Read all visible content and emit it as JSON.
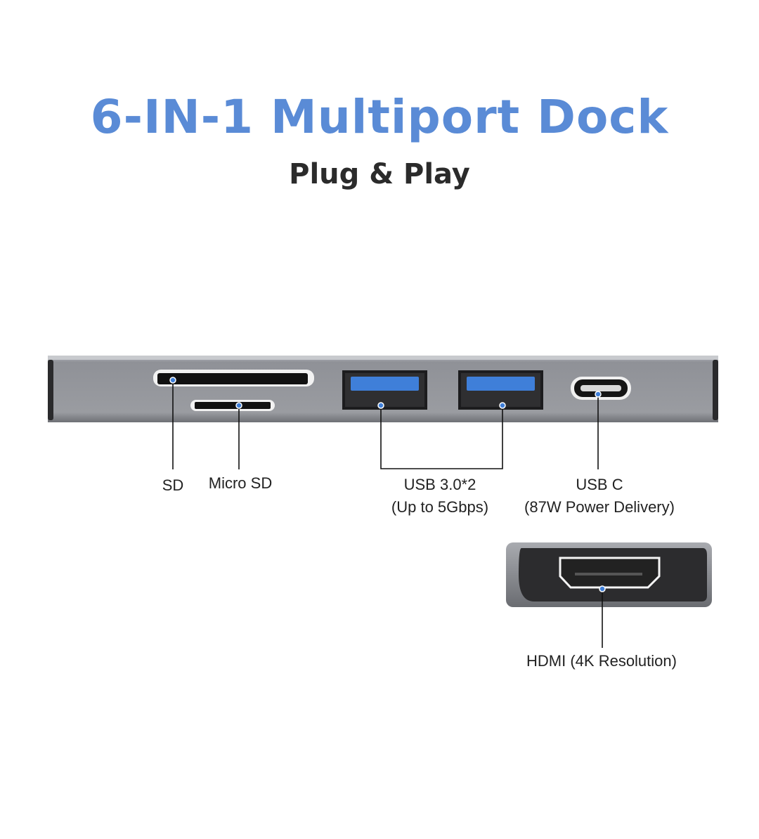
{
  "header": {
    "title": "6-IN-1 Multiport Dock",
    "subtitle": "Plug & Play"
  },
  "ports": {
    "sd": "SD",
    "micro_sd": "Micro SD",
    "usb_line1": "USB 3.0*2",
    "usb_line2": "(Up to 5Gbps)",
    "usbc_line1": "USB C",
    "usbc_line2": "(87W Power Delivery)",
    "hdmi": "HDMI (4K Resolution)"
  },
  "colors": {
    "accent": "#5a8bd6",
    "usb_blue": "#3f7fd9",
    "body": "#8e9096"
  }
}
